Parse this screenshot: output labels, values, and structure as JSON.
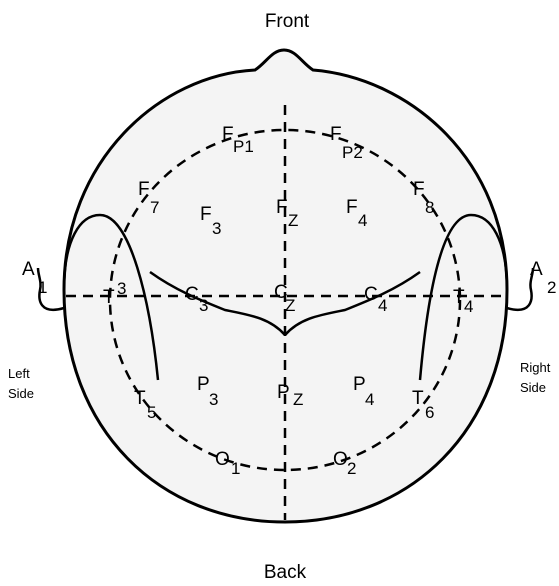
{
  "orientation": {
    "front": "Front",
    "back": "Back",
    "left_side_line1": "Left",
    "left_side_line2": "Side",
    "right_side_line1": "Right",
    "right_side_line2": "Side"
  },
  "electrodes": {
    "fp1": {
      "main": "F",
      "sub": "P1"
    },
    "fp2": {
      "main": "F",
      "sub": "P2"
    },
    "f7": {
      "main": "F",
      "sub": "7"
    },
    "f3": {
      "main": "F",
      "sub": "3"
    },
    "fz": {
      "main": "F",
      "sub": "Z"
    },
    "f4": {
      "main": "F",
      "sub": "4"
    },
    "f8": {
      "main": "F",
      "sub": "8"
    },
    "a1": {
      "main": "A",
      "sub": "1"
    },
    "t3": {
      "main": "T",
      "sub": "3"
    },
    "c3": {
      "main": "C",
      "sub": "3"
    },
    "cz": {
      "main": "C",
      "sub": "Z"
    },
    "c4": {
      "main": "C",
      "sub": "4"
    },
    "t4": {
      "main": "T",
      "sub": "4"
    },
    "a2": {
      "main": "A",
      "sub": "2"
    },
    "t5": {
      "main": "T",
      "sub": "5"
    },
    "p3": {
      "main": "P",
      "sub": "3"
    },
    "pz": {
      "main": "P",
      "sub": "Z"
    },
    "p4": {
      "main": "P",
      "sub": "4"
    },
    "t6": {
      "main": "T",
      "sub": "6"
    },
    "o1": {
      "main": "O",
      "sub": "1"
    },
    "o2": {
      "main": "O",
      "sub": "2"
    }
  },
  "colors": {
    "head_fill": "#f4f4f4",
    "line": "#000000",
    "background": "#ffffff"
  }
}
